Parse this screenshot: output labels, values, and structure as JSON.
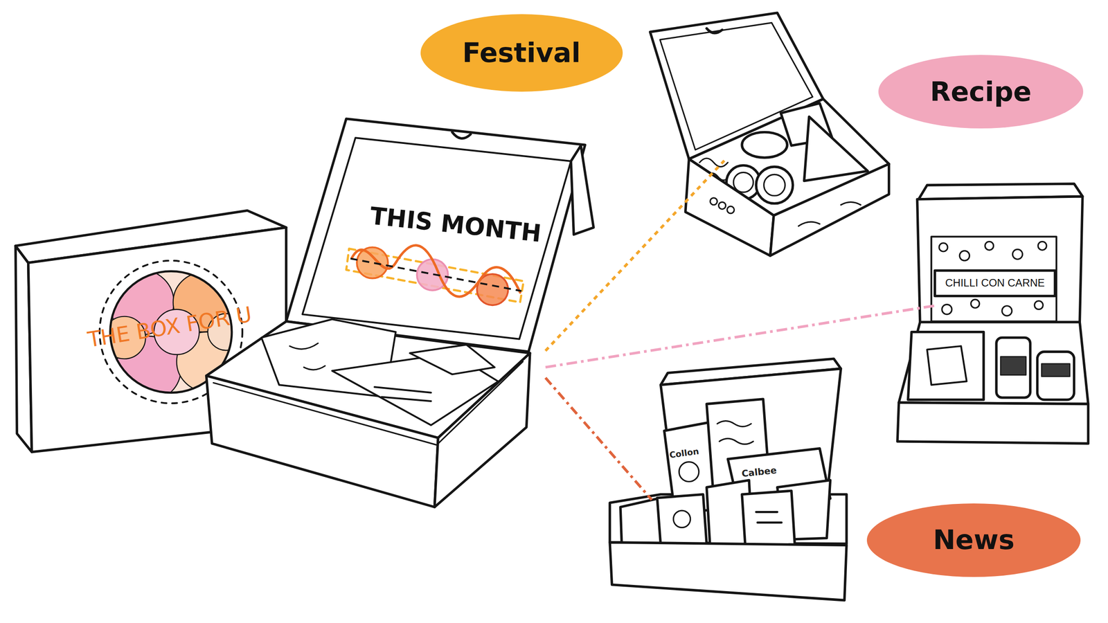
{
  "diagram": {
    "nodes": [
      {
        "text": [
          "THE BOX FOR U"
        ]
      },
      {
        "text": [
          "THIS MONTH"
        ]
      },
      {
        "text": [
          "Festival"
        ]
      },
      {
        "text": [
          "Recipe",
          "CHILLI CON CARNE"
        ]
      },
      {
        "text": [
          "News"
        ]
      }
    ],
    "edges": [
      {
        "from": 1,
        "to": 2,
        "arrow": "none"
      },
      {
        "from": 1,
        "to": 3,
        "arrow": "none"
      },
      {
        "from": 1,
        "to": 4,
        "arrow": "none"
      }
    ],
    "labels": [
      "Collon",
      "Calbee"
    ]
  }
}
